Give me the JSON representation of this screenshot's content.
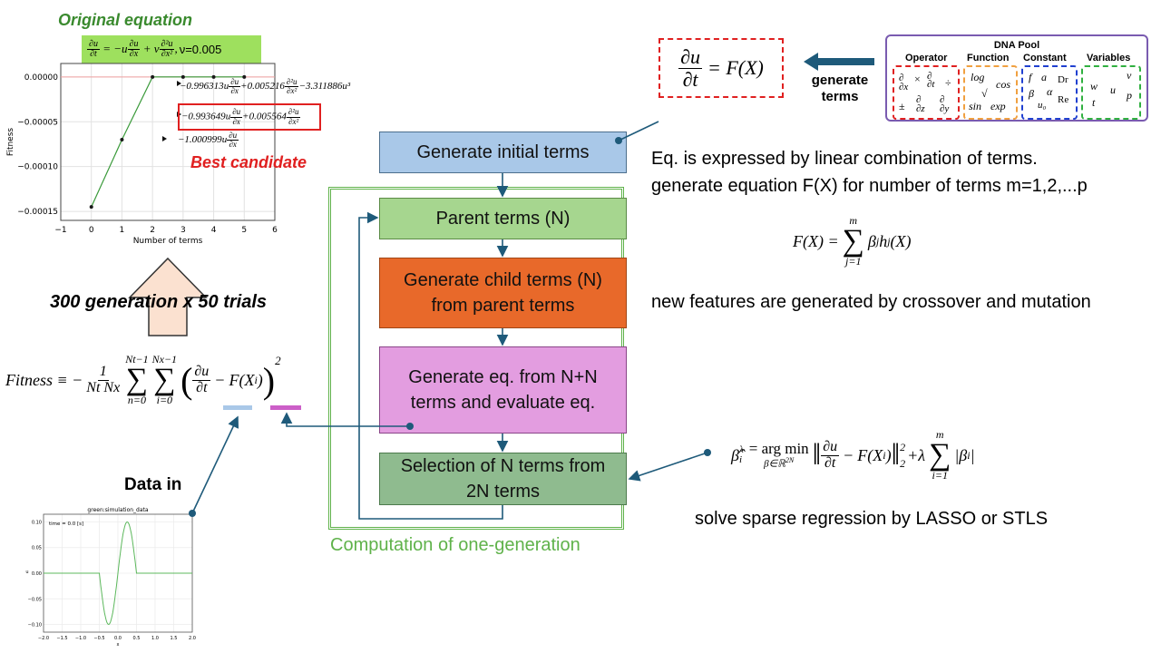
{
  "top_left": {
    "title": "Original equation",
    "original_eq_value": "ν=0.005",
    "best_label": "Best candidate",
    "candidates": [
      {
        "c1": "−0.996313",
        "c2": "+0.005216",
        "c3": "−3.311886"
      },
      {
        "c1": "−0.993649",
        "c2": "+0.005564"
      },
      {
        "c1": "−1.000999"
      }
    ]
  },
  "chart_data": [
    {
      "type": "line",
      "title": "",
      "xlabel": "Number of terms",
      "ylabel": "Fitness",
      "xlim": [
        -1,
        6
      ],
      "ylim": [
        -0.00016,
        1.5e-05
      ],
      "xticks": [
        "−1",
        "0",
        "1",
        "2",
        "3",
        "4",
        "5",
        "6"
      ],
      "yticks": [
        "0.00000",
        "−0.00005",
        "−0.00010",
        "−0.00015"
      ],
      "grid": true,
      "reference_line_y": 0,
      "series": [
        {
          "x": [
            0,
            1,
            2,
            3,
            4,
            5
          ],
          "y": [
            -0.000145,
            -7e-05,
            0.0,
            0.0,
            0.0,
            0.0
          ]
        }
      ]
    },
    {
      "type": "line",
      "title": "green:simulation_data",
      "annotation": "time = 0.0 [s]",
      "xlabel": "x",
      "ylabel": "u",
      "xlim": [
        -2.0,
        2.0
      ],
      "ylim": [
        -0.115,
        0.115
      ],
      "xticks": [
        "−2.0",
        "−1.5",
        "−1.0",
        "−0.5",
        "0.0",
        "0.5",
        "1.0",
        "1.5",
        "2.0"
      ],
      "yticks": [
        "0.10",
        "0.05",
        "0.00",
        "−0.05",
        "−0.10"
      ],
      "grid": true
    }
  ],
  "generation_text": "300 generation x 50 trials",
  "fitness": {
    "lhs": "Fitness ≡ −",
    "frac_num": "1",
    "frac_den": "Nt Nx",
    "sum1_top": "Nt−1",
    "sum1_bot": "n=0",
    "sum2_top": "Nx−1",
    "sum2_bot": "i=0",
    "minus": "−",
    "fx": "F(X",
    "fx_sub": "i",
    "power": "2"
  },
  "data_in_label": "Data in",
  "flow": {
    "generate_initial": "Generate initial terms",
    "parent_terms": "Parent terms (N)",
    "child_terms": "Generate child terms (N) from parent terms",
    "generate_eq": "Generate eq. from N+N terms and evaluate eq.",
    "selection": "Selection of N terms from 2N terms",
    "generation_caption": "Computation of one-generation"
  },
  "top_eq": {
    "rhs": "= F(X)"
  },
  "arrow_label": "generate terms",
  "dna_pool": {
    "title": "DNA Pool",
    "headers": [
      "Operator",
      "Function",
      "Constant",
      "Variables"
    ],
    "function_symbols": [
      "log",
      "cos",
      "√",
      "sin",
      "exp"
    ],
    "constant_symbols": [
      "f",
      "a",
      "Dr",
      "β",
      "α",
      "u₀",
      "Re"
    ],
    "variable_symbols": [
      "v",
      "w",
      "u",
      "p",
      "t"
    ]
  },
  "right_text": {
    "line1": "Eq. is expressed by linear combination of terms.",
    "line2": "generate equation F(X) for number of terms m=1,2,...p",
    "fx_formula_lhs": "F(X) =",
    "fx_sum_top": "m",
    "fx_sum_bot": "j=1",
    "fx_body": "β",
    "fx_body_sub": "j",
    "fx_body2": "h",
    "fx_body2_sub": "j",
    "fx_body3": "(X)",
    "line3": "new features are generated by crossover and mutation",
    "lasso_lhs": "β̂",
    "lasso_sub": "i",
    "lasso_sup": "λ",
    "lasso_eq": "= arg min",
    "lasso_under": "β∈ℝ",
    "lasso_under_sup": "2N",
    "lasso_fx": "F(X",
    "lasso_fx_sub": "i",
    "lasso_norm_sub": "2",
    "lasso_norm_sup": "2",
    "lasso_lambda": "+λ",
    "lasso_sum_top": "m",
    "lasso_sum_bot": "i=1",
    "lasso_abs": "|β",
    "lasso_abs_sub": "i",
    "lasso_abs_end": "|",
    "line4": "solve sparse regression by LASSO or STLS"
  },
  "colors": {
    "blue_box": "#a9c8e8",
    "green_box": "#a6d68f",
    "orange_box": "#e8692a",
    "pink_box": "#e39de0",
    "sage_box": "#8fbb8f",
    "frame_green": "#5fb24a",
    "arrow": "#1e5a7a",
    "red": "#e02020",
    "dark_green_text": "#3a8a2e"
  }
}
